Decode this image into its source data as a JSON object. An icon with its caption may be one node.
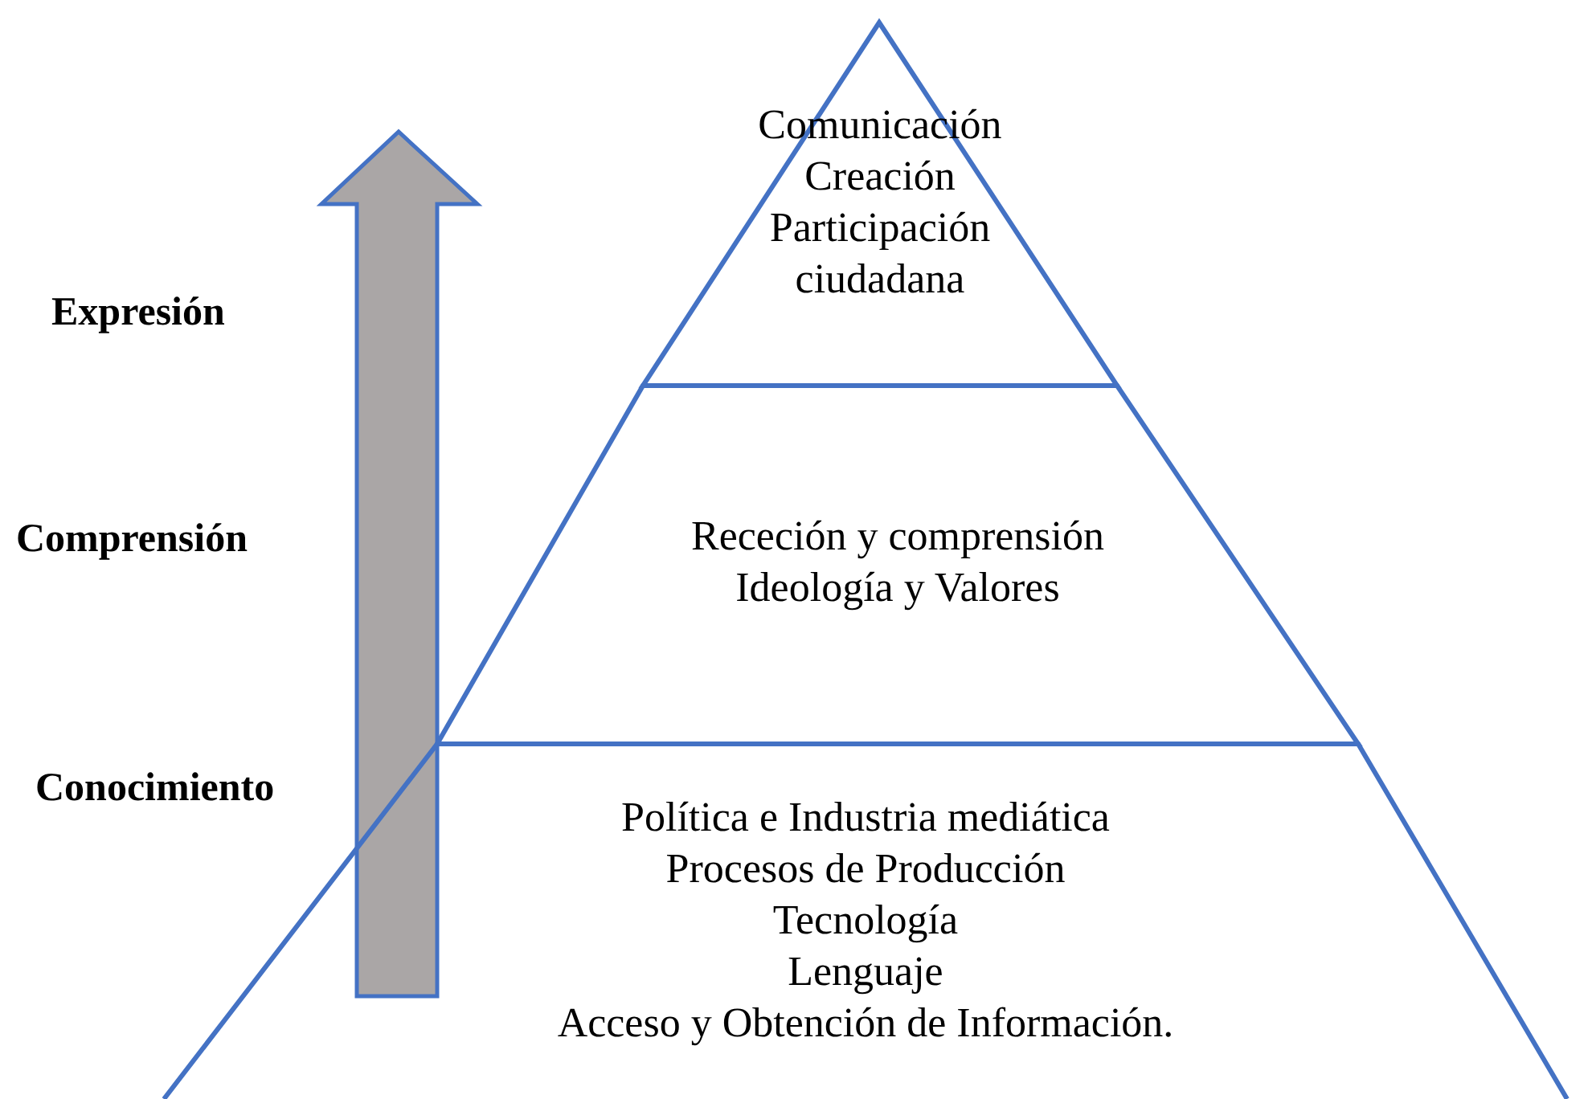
{
  "diagram": {
    "nodes": [
      {
        "text": [
          "Comunicación",
          "Creación",
          "Participación ciudadana"
        ]
      },
      {
        "text": [
          "Receción y comprensión",
          "Ideología y Valores"
        ]
      },
      {
        "text": [
          "Política e Industria mediática",
          "Procesos de Producción",
          "Tecnología",
          "Lenguaje",
          "Acceso y Obtención de Información."
        ]
      }
    ],
    "labels": [
      "Expresión",
      "Comprensión",
      "Conocimiento"
    ]
  }
}
